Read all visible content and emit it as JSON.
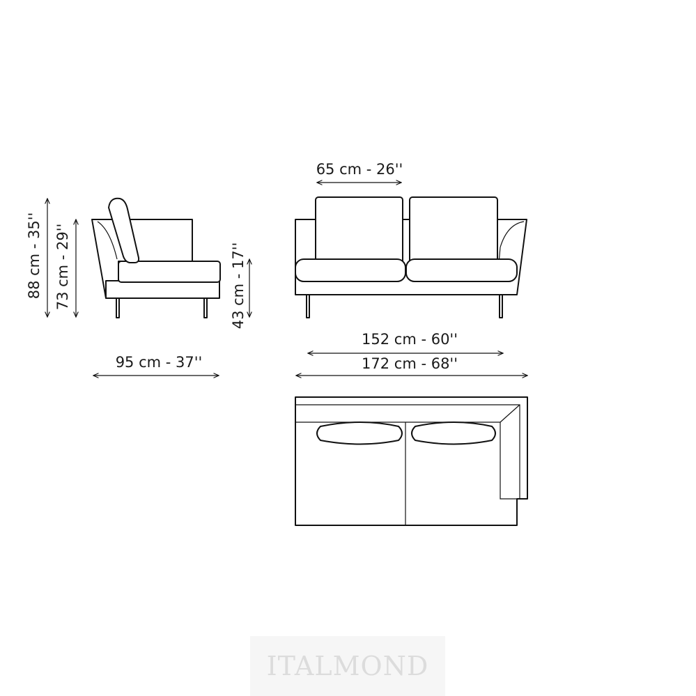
{
  "dimensions": {
    "seat_width": "65 cm - 26''",
    "total_height": "88 cm - 35''",
    "arm_height": "73 cm - 29''",
    "seat_height": "43 cm - 17''",
    "depth": "95 cm - 37''",
    "inner_width": "152 cm - 60''",
    "total_width": "172 cm - 68''"
  },
  "watermark": "ITALMOND",
  "colors": {
    "line": "#111111",
    "background": "#ffffff",
    "watermark": "#dcdcdc"
  }
}
